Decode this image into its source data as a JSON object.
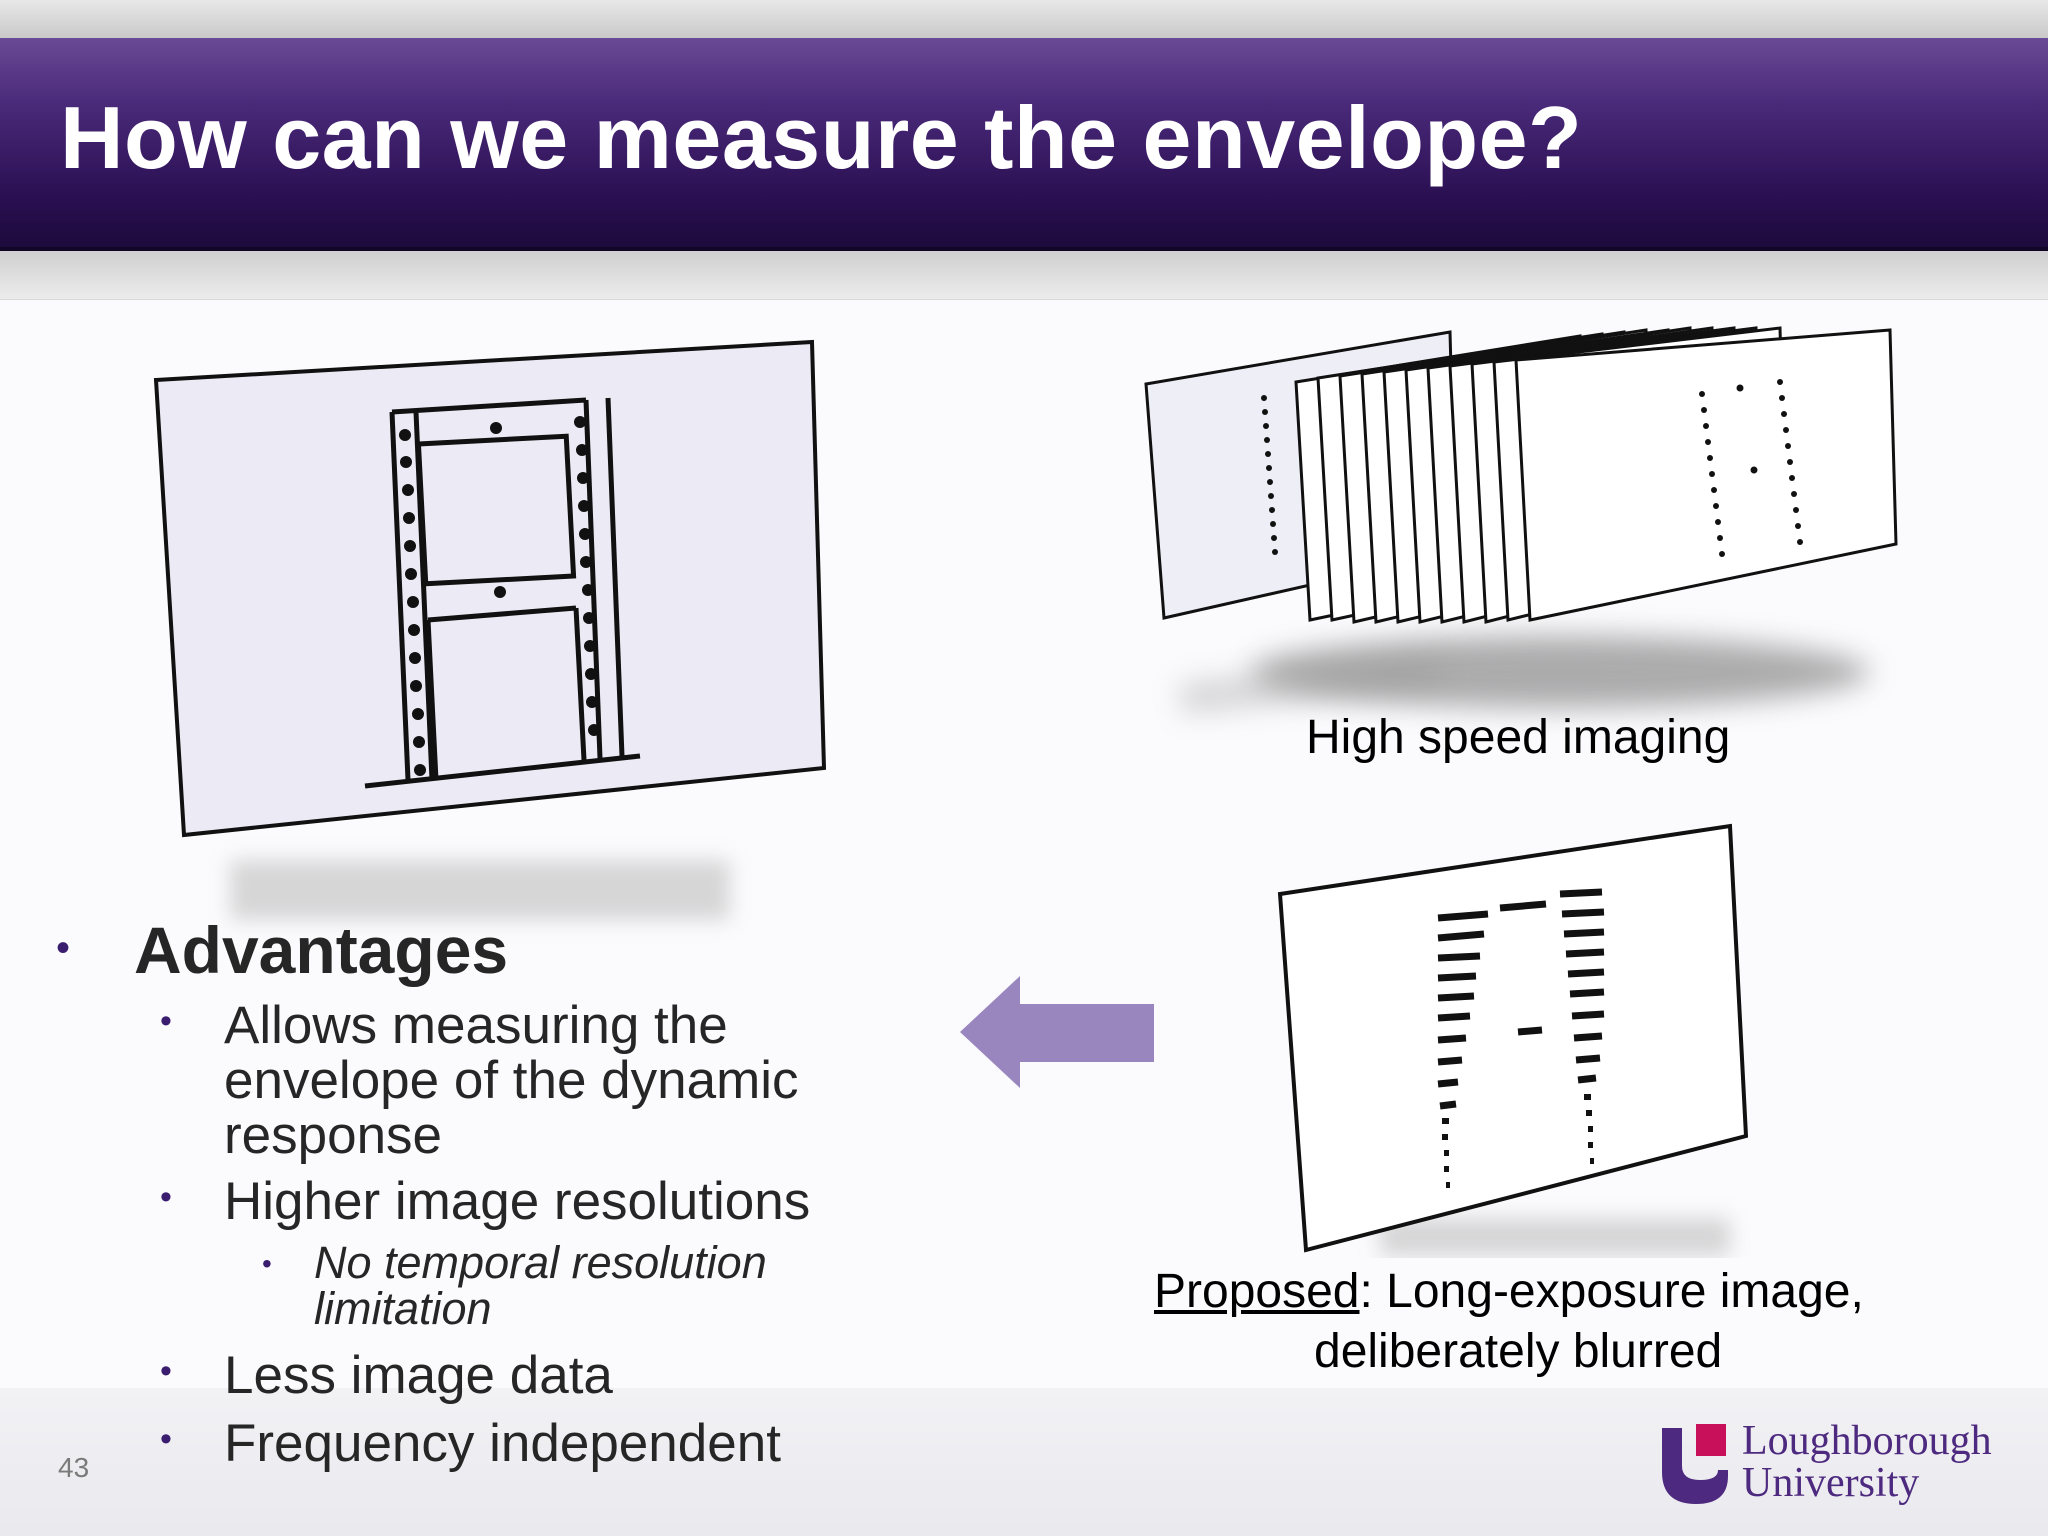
{
  "slide": {
    "title": "How can we measure the envelope?",
    "number": "43"
  },
  "captions": {
    "high_speed": "High speed imaging",
    "proposed_prefix": "Proposed",
    "proposed_rest": ": Long-exposure image,",
    "proposed_line2": "deliberately blurred"
  },
  "bullets": {
    "heading": "Advantages",
    "items": [
      {
        "text": "Allows measuring the envelope of the dynamic response"
      },
      {
        "text": "Higher image resolutions",
        "sub": "No temporal resolution limitation"
      },
      {
        "text": "Less image data"
      },
      {
        "text": "Frequency independent"
      }
    ]
  },
  "logo": {
    "line1": "Loughborough",
    "line2": "University"
  },
  "colors": {
    "title_band": "#2a0f52",
    "bullet": "#3a1d6e",
    "arrow": "#9a86bf",
    "logo_purple": "#4d2a7f",
    "logo_magenta": "#c8105a"
  }
}
